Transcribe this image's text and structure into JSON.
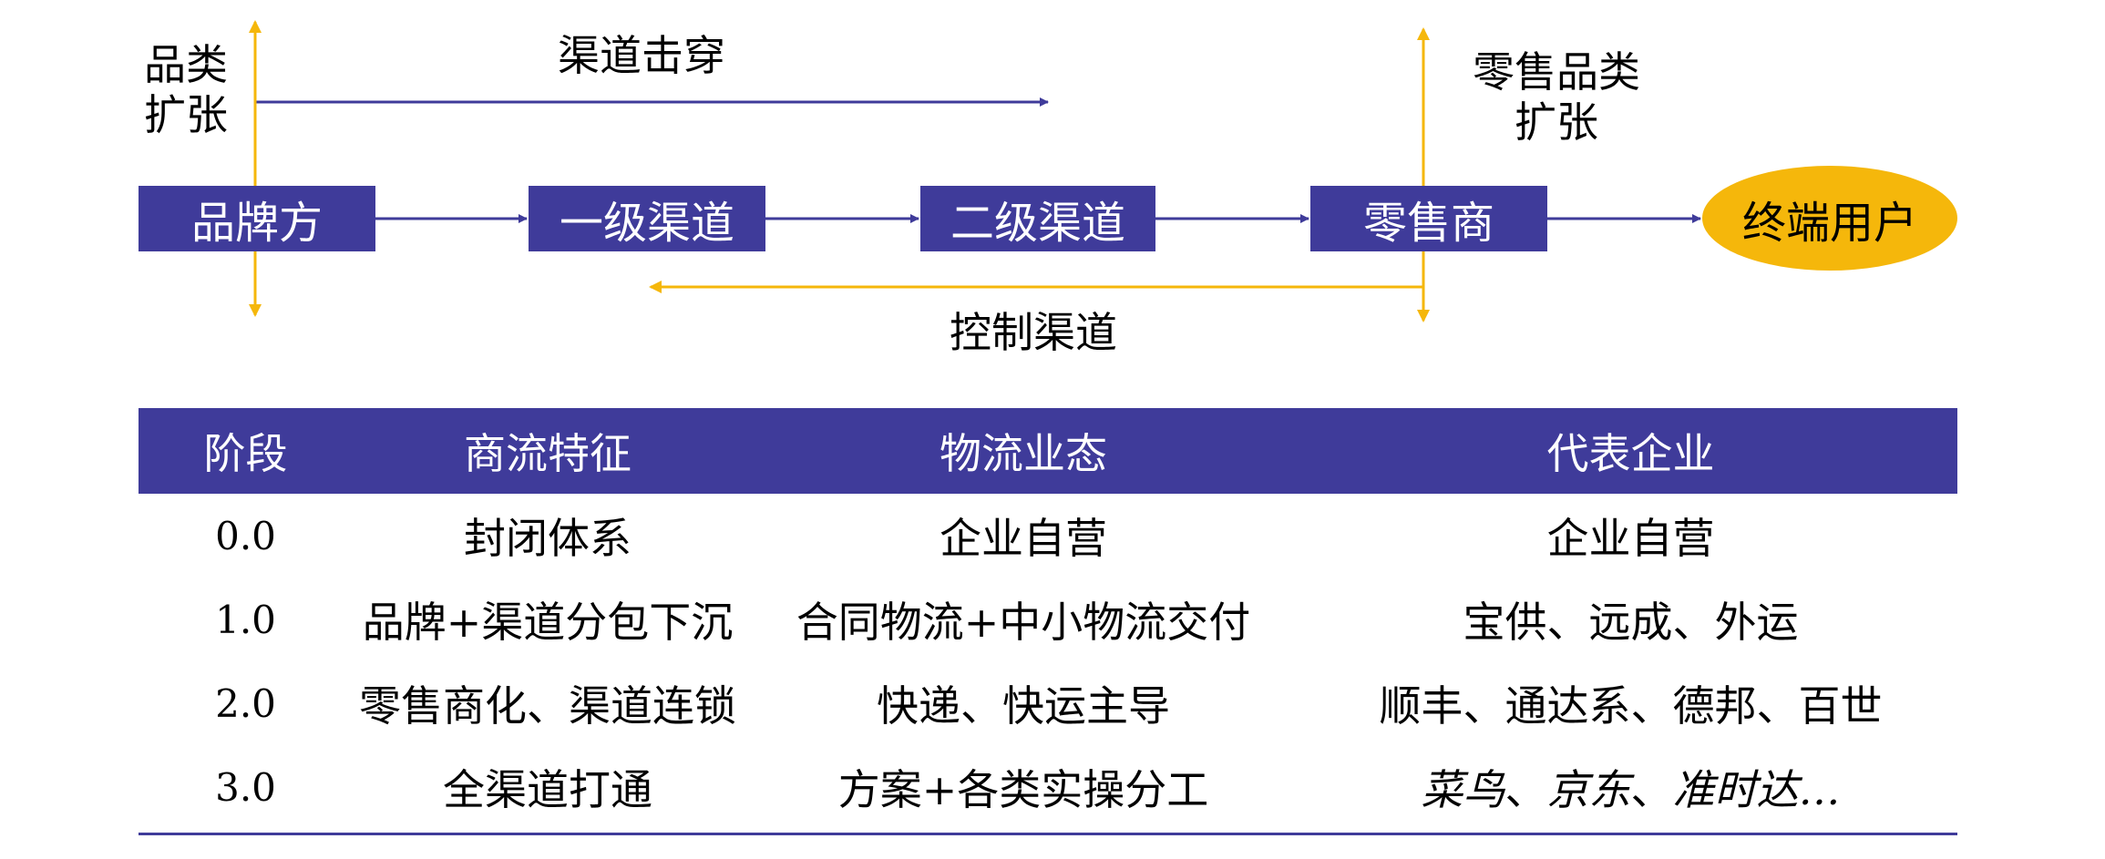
{
  "diagram": {
    "labels": {
      "category_expansion": [
        "品类",
        "扩张"
      ],
      "channel_penetration": "渠道击穿",
      "retail_category_expansion": [
        "零售品类",
        "扩张"
      ],
      "control_channel": "控制渠道"
    },
    "nodes": [
      "品牌方",
      "一级渠道",
      "二级渠道",
      "零售商"
    ],
    "end_node": "终端用户",
    "colors": {
      "node": "#3f3b9a",
      "end_node": "#f5b70b",
      "accent_arrow": "#f5b70b",
      "flow_arrow": "#3f3b9a"
    }
  },
  "table": {
    "headers": [
      "阶段",
      "商流特征",
      "物流业态",
      "代表企业"
    ],
    "rows": [
      [
        "0.0",
        "封闭体系",
        "企业自营",
        "企业自营"
      ],
      [
        "1.0",
        "品牌+渠道分包下沉",
        "合同物流+中小物流交付",
        "宝供、远成、外运"
      ],
      [
        "2.0",
        "零售商化、渠道连锁",
        "快递、快运主导",
        "顺丰、通达系、德邦、百世"
      ]
    ],
    "last_row": {
      "stage": "3.0",
      "commerce": "全渠道打通",
      "logistics": "方案+各类实操分工",
      "enterprises": [
        {
          "text": "菜鸟",
          "italic": true
        },
        {
          "text": "、",
          "italic": false
        },
        {
          "text": "京东",
          "italic": true
        },
        {
          "text": "、",
          "italic": false
        },
        {
          "text": "准时达…",
          "italic": true
        }
      ]
    }
  }
}
